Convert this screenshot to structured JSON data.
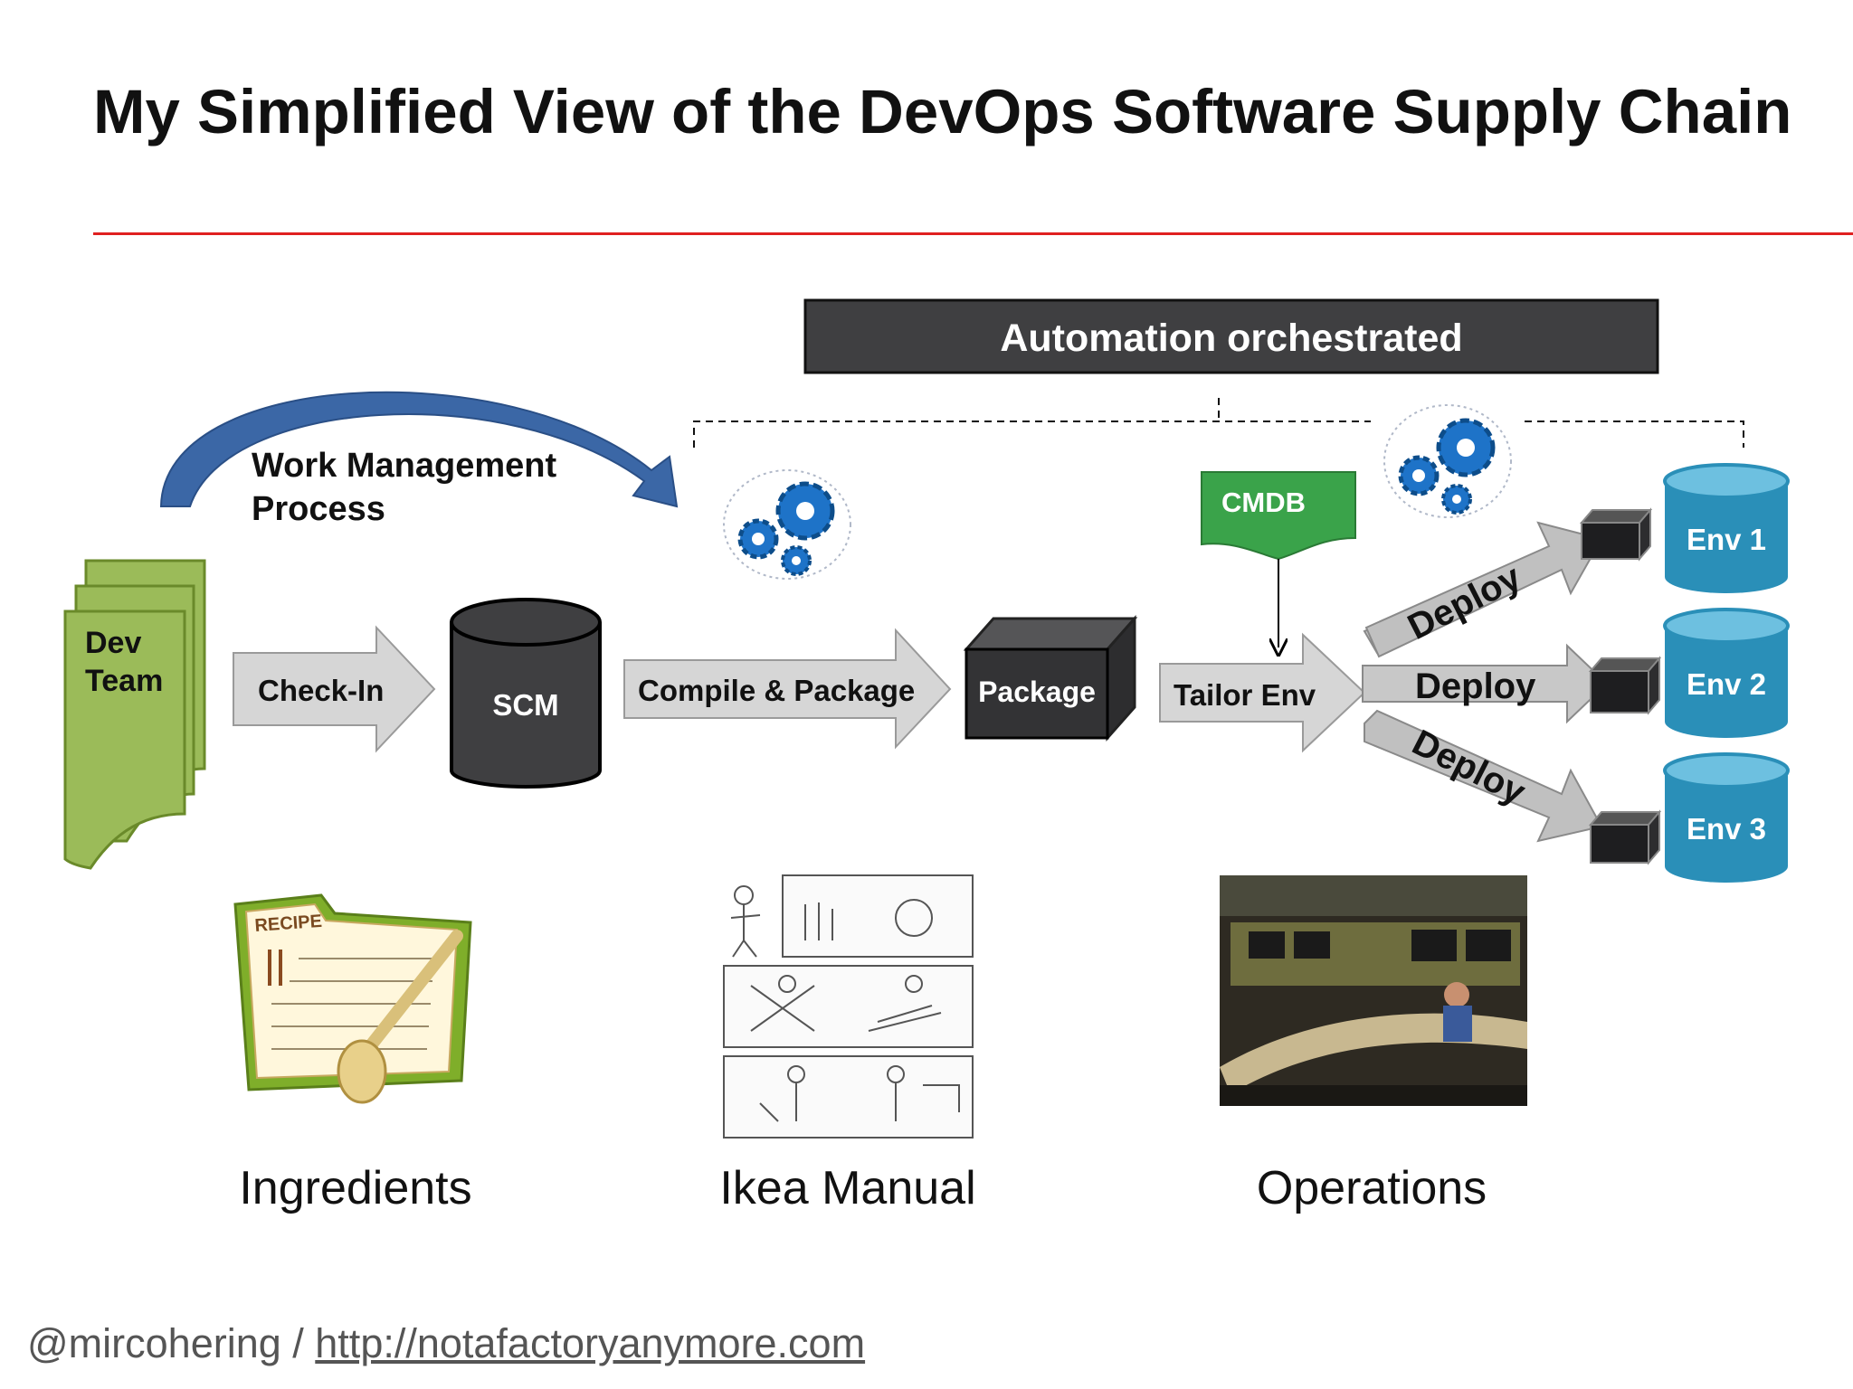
{
  "title": "My Simplified View of the DevOps Software Supply Chain",
  "banner": "Automation orchestrated",
  "work_mgmt": [
    "Work Management",
    "Process"
  ],
  "dev_team": [
    "Dev",
    "Team"
  ],
  "check_in": "Check-In",
  "scm": "SCM",
  "compile_package": "Compile & Package",
  "package": "Package",
  "cmdb": "CMDB",
  "tailor_env": "Tailor Env",
  "deploy": [
    "Deploy",
    "Deploy",
    "Deploy"
  ],
  "envs": [
    "Env 1",
    "Env 2",
    "Env 3"
  ],
  "captions": [
    "Ingredients",
    "Ikea Manual",
    "Operations"
  ],
  "recipe_label": "RECIPE",
  "footer_handle": "@mircohering / ",
  "footer_link": "http://notafactoryanymore.com",
  "colors": {
    "accent_rule": "#e02020",
    "dark_box": "#3f3f41",
    "env_blue": "#2a8fb8",
    "dev_green": "#9bbb59",
    "cmdb_green": "#3aa34a",
    "arrow_gray": "#d6d6d6",
    "curve_blue": "#3b67a6"
  }
}
